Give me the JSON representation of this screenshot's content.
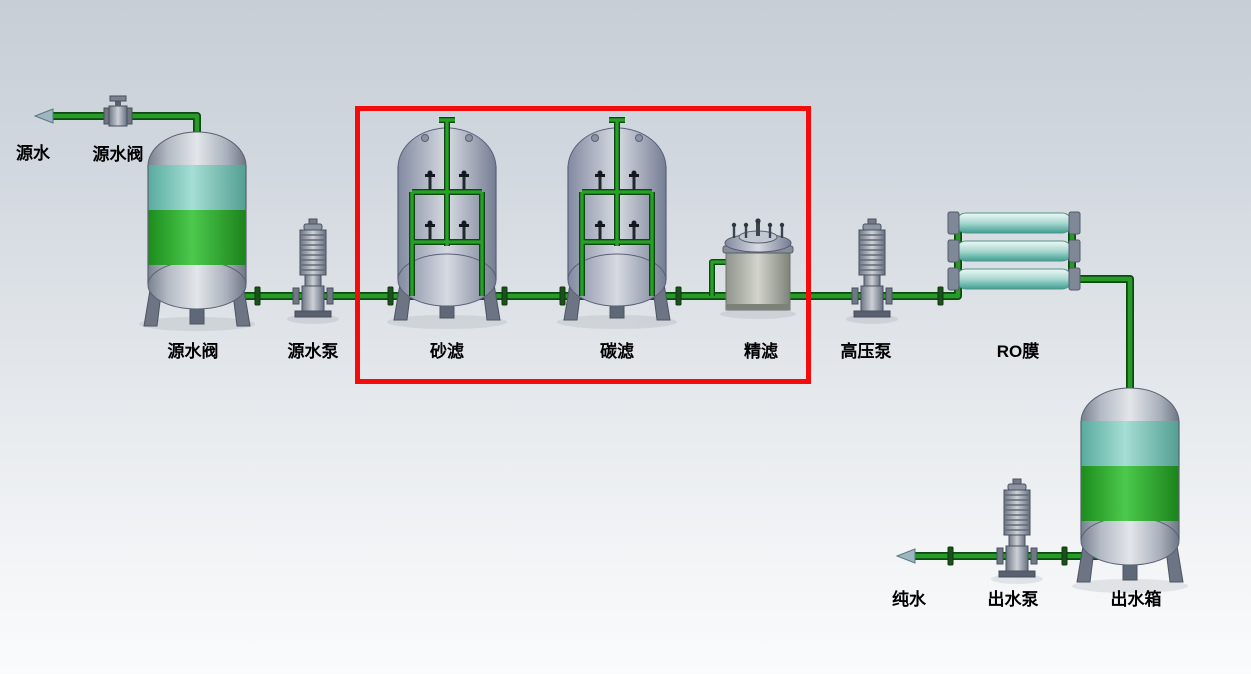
{
  "labels": {
    "source_water": "源水",
    "source_water_valve": "源水阀",
    "source_tank": "源水阀",
    "source_pump": "源水泵",
    "sand_filter": "砂滤",
    "carbon_filter": "碳滤",
    "precision_filter": "精滤",
    "high_pressure_pump": "高压泵",
    "ro_membrane": "RO膜",
    "pure_water": "纯水",
    "output_pump": "出水泵",
    "output_tank": "出水箱"
  },
  "colors": {
    "pipe_green": "#279a27",
    "pipe_outline": "#0d4a11",
    "highlight_box": "#f40b0b",
    "liquid_teal": "#8fd2c6",
    "liquid_green": "#2eb22e",
    "vessel_metal": "#b9bfca",
    "membrane_teal": "#3f9f93",
    "background_top": "#c7ced6",
    "background_bottom": "#fafbfc",
    "label_text": "#000000"
  }
}
